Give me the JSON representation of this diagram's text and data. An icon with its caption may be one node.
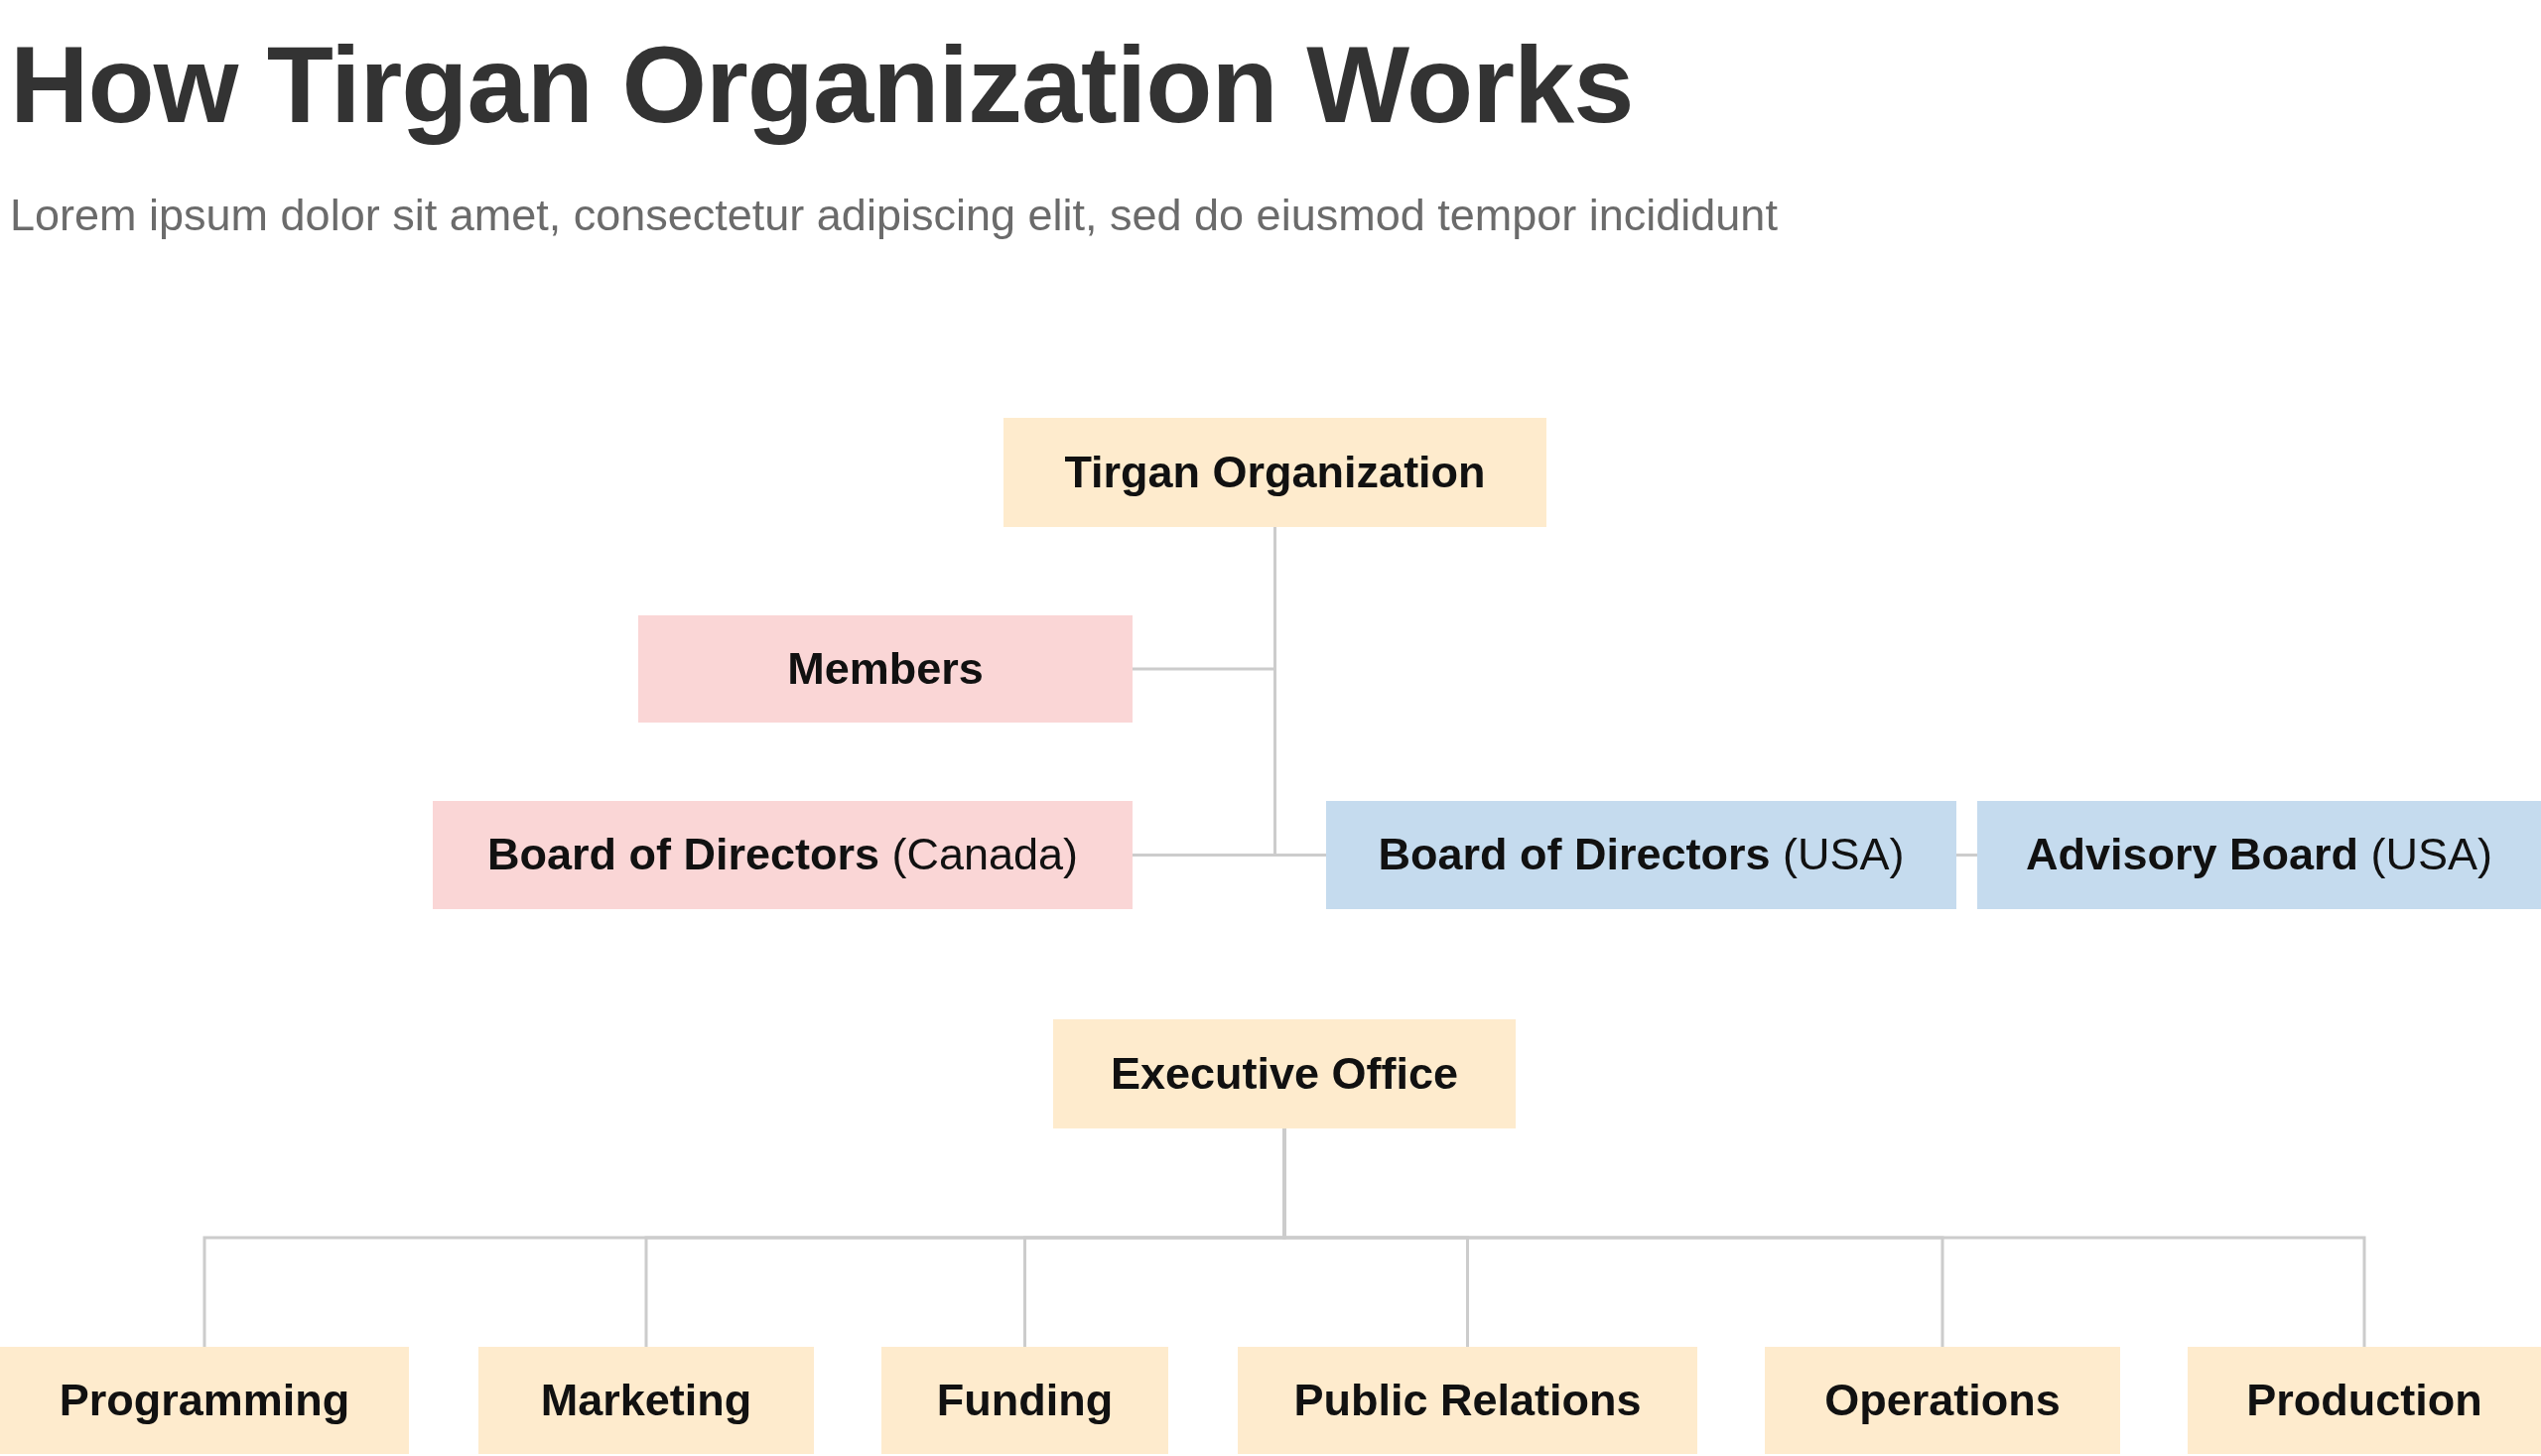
{
  "diagram": {
    "title": "How Tirgan Organization Works",
    "nodes": [
      {
        "text": [
          "Tirgan Organization"
        ]
      },
      {
        "text": [
          "Members"
        ]
      },
      {
        "text": [
          "**Board of Directors** (Canada)"
        ]
      },
      {
        "text": [
          "**Board of Directors** (USA)"
        ]
      },
      {
        "text": [
          "**Advisory Board** (USA)"
        ]
      },
      {
        "text": [
          "Executive Office"
        ]
      },
      {
        "text": [
          "Programming"
        ]
      },
      {
        "text": [
          "Marketing"
        ]
      },
      {
        "text": [
          "Funding"
        ]
      },
      {
        "text": [
          "Public Relations"
        ]
      },
      {
        "text": [
          "Operations"
        ]
      },
      {
        "text": [
          "Production"
        ]
      }
    ],
    "edges": [
      {
        "from": 0,
        "to": 1,
        "arrow": "none"
      },
      {
        "from": 0,
        "to": 2,
        "arrow": "none"
      },
      {
        "from": 0,
        "to": 3,
        "arrow": "none"
      },
      {
        "from": 3,
        "to": 4,
        "arrow": "none"
      },
      {
        "from": 5,
        "to": 6,
        "arrow": "none"
      },
      {
        "from": 5,
        "to": 7,
        "arrow": "none"
      },
      {
        "from": 5,
        "to": 8,
        "arrow": "none"
      },
      {
        "from": 5,
        "to": 9,
        "arrow": "none"
      },
      {
        "from": 5,
        "to": 10,
        "arrow": "none"
      },
      {
        "from": 5,
        "to": 11,
        "arrow": "none"
      }
    ],
    "labels": [
      "Lorem ipsum dolor sit amet, consectetur adipiscing elit, sed do eiusmod tempor incididunt"
    ]
  }
}
